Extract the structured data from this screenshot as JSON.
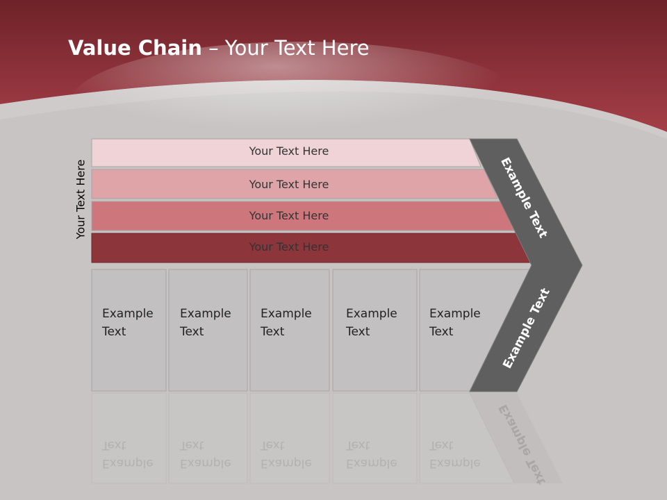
{
  "slide": {
    "title_bold": "Value Chain",
    "title_rest": " – Your Text Here",
    "side_label": "Your Text Here"
  },
  "bars": [
    {
      "label": "Your Text Here",
      "color": "#efd3d6"
    },
    {
      "label": "Your Text Here",
      "color": "#dea4a8"
    },
    {
      "label": "Your Text Here",
      "color": "#cd777c"
    },
    {
      "label": "Your Text Here",
      "color": "#8c353b"
    }
  ],
  "boxes": [
    {
      "line1": "Example",
      "line2": "Text"
    },
    {
      "line1": "Example",
      "line2": "Text"
    },
    {
      "line1": "Example",
      "line2": "Text"
    },
    {
      "line1": "Example",
      "line2": "Text"
    },
    {
      "line1": "Example",
      "line2": "Text"
    }
  ],
  "chevron": {
    "upper_label": "Example Text",
    "lower_label": "Example Text",
    "color": "#5f5f5f"
  },
  "colors": {
    "header": "#8f2f37",
    "background": "#c8c4c4",
    "box_fill": "#c2c0c0"
  }
}
